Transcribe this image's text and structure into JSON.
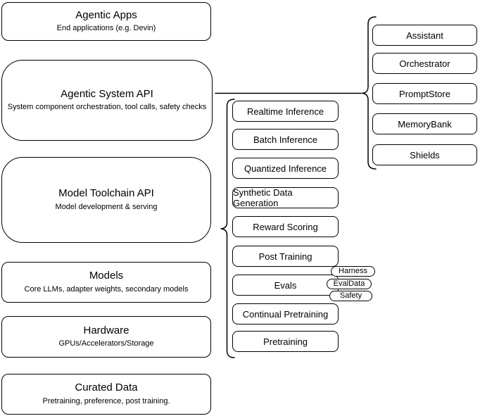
{
  "diagram": {
    "stack_layers": [
      {
        "title": "Agentic Apps",
        "subtitle": "End applications (e.g. Devin)"
      },
      {
        "title": "Agentic System API",
        "subtitle": "System component orchestration, tool calls, safety checks"
      },
      {
        "title": "Model Toolchain API",
        "subtitle": "Model development & serving"
      },
      {
        "title": "Models",
        "subtitle": "Core LLMs, adapter weights, secondary models"
      },
      {
        "title": "Hardware",
        "subtitle": "GPUs/Accelerators/Storage"
      },
      {
        "title": "Curated Data",
        "subtitle": "Pretraining, preference, post training."
      }
    ],
    "toolchain_services": [
      "Realtime Inference",
      "Batch Inference",
      "Quantized Inference",
      "Synthetic Data Generation",
      "Reward Scoring",
      "Post Training",
      "Evals",
      "Continual Pretraining",
      "Pretraining"
    ],
    "evals_tags": [
      "Harness",
      "EvalData",
      "Safety"
    ],
    "system_components": [
      "Assistant",
      "Orchestrator",
      "PromptStore",
      "MemoryBank",
      "Shields"
    ],
    "colors": {
      "stroke": "#000000",
      "background": "#ffffff",
      "text": "#000000"
    }
  }
}
